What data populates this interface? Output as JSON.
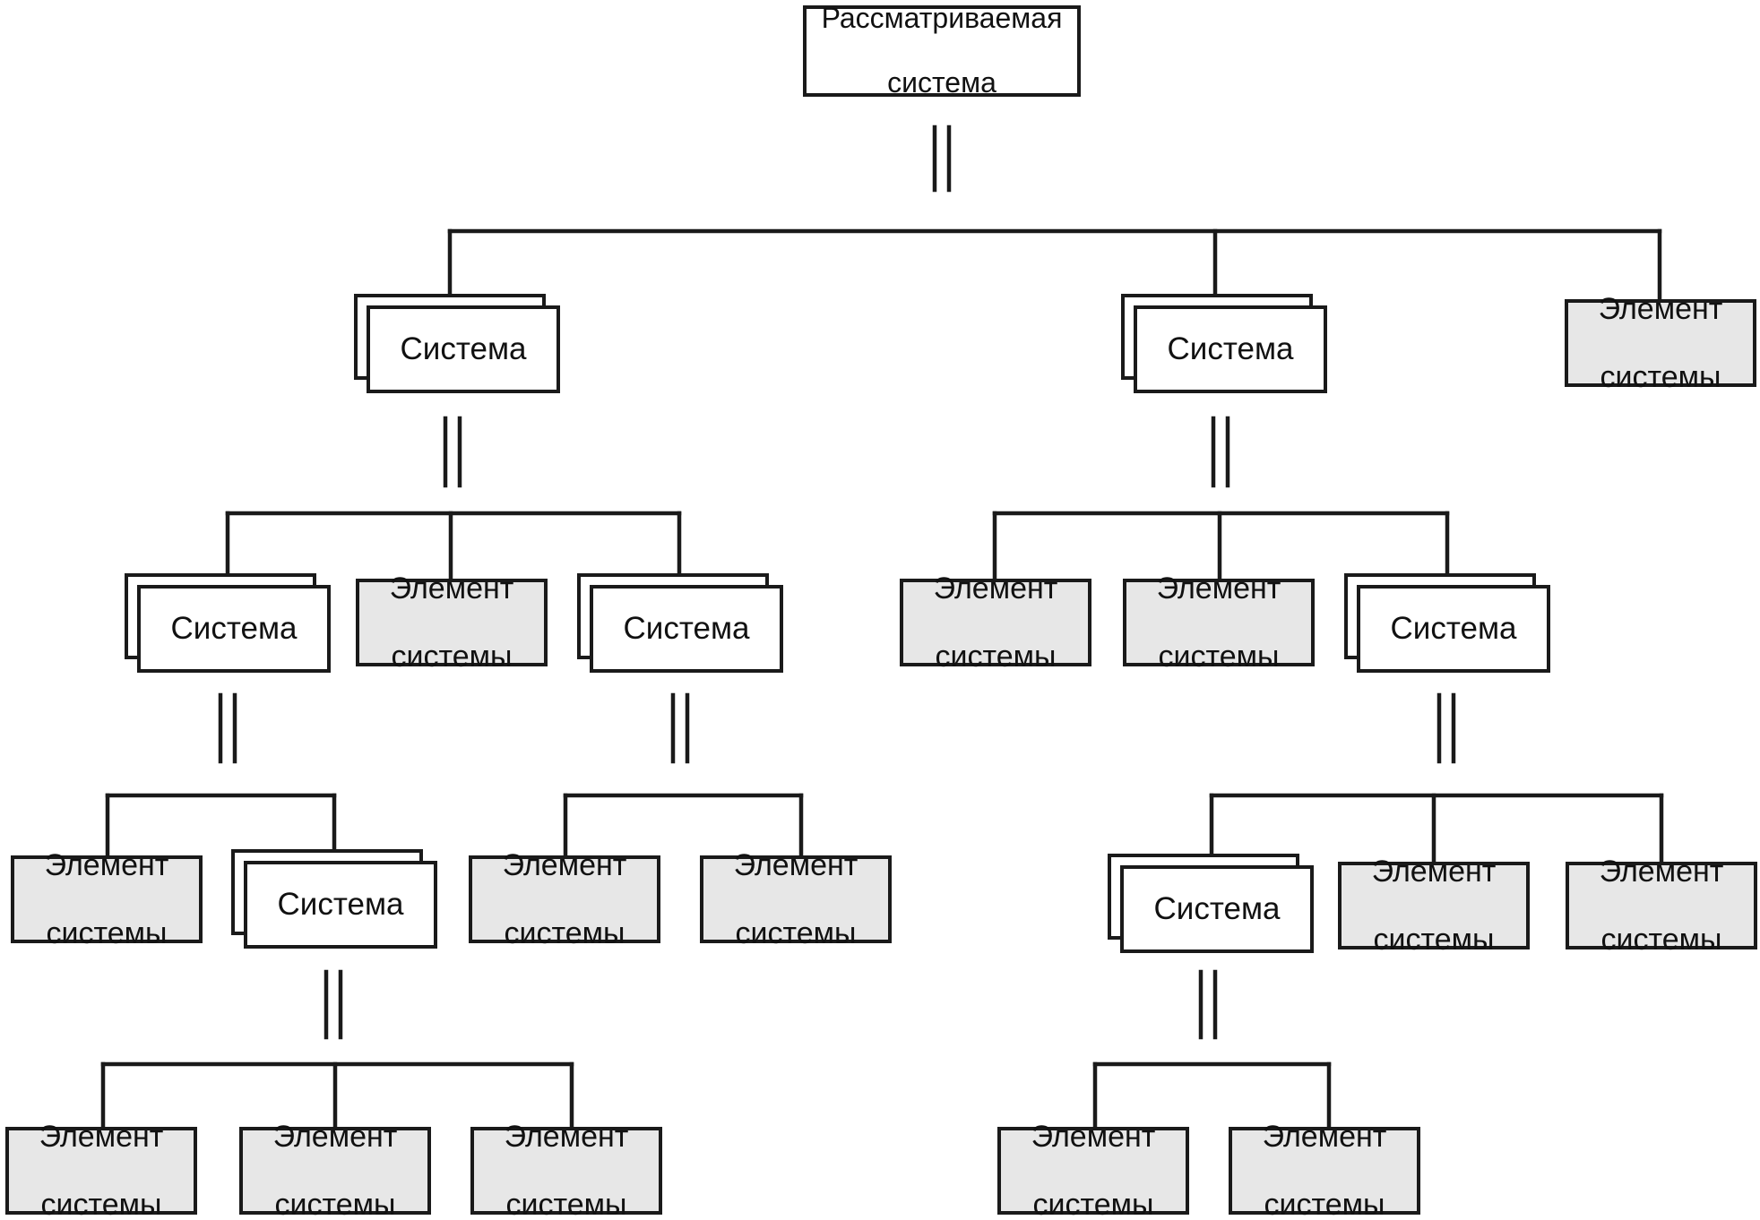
{
  "diagram": {
    "root": {
      "line1": "Рассматриваемая",
      "line2": "система"
    },
    "system_label": "Система",
    "element_label": {
      "line1": "Элемент",
      "line2": "системы"
    },
    "colors": {
      "line": "#1a1a1a",
      "element_fill": "#e7e7e7",
      "system_fill": "#ffffff"
    }
  }
}
